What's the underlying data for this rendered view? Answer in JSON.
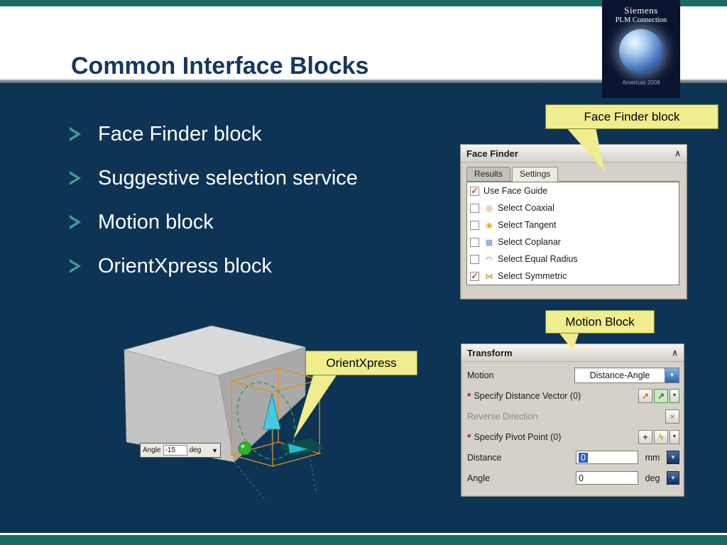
{
  "slide": {
    "title": "Common Interface Blocks",
    "bullets": [
      "Face Finder block",
      "Suggestive selection service",
      "Motion block",
      "OrientXpress block"
    ]
  },
  "logo": {
    "brand_line1": "Siemens",
    "brand_line2": "PLM Connection",
    "event": "Americas 2008"
  },
  "callouts": {
    "face_finder": "Face Finder block",
    "motion": "Motion Block",
    "orientxpress": "OrientXpress"
  },
  "glyphs": {
    "collapse": "∧",
    "dropdown": "▼",
    "asterisk": "*",
    "reverse": "×",
    "vector": "↗",
    "point": "+",
    "flash": "ϟ"
  },
  "icons": {
    "coaxial": "◎",
    "tangent": "◉",
    "coplanar": "▦",
    "equal_radius": "◠",
    "symmetric": "⋈"
  },
  "face_finder_panel": {
    "title": "Face Finder",
    "tabs": [
      {
        "label": "Results"
      },
      {
        "label": "Settings"
      }
    ],
    "items": [
      {
        "label": "Use Face Guide",
        "check": "✓"
      },
      {
        "label": "Select Coaxial",
        "check": ""
      },
      {
        "label": "Select Tangent",
        "check": ""
      },
      {
        "label": "Select Coplanar",
        "check": ""
      },
      {
        "label": "Select Equal Radius",
        "check": ""
      },
      {
        "label": "Select Symmetric",
        "check": "✓"
      }
    ]
  },
  "transform_panel": {
    "title": "Transform",
    "motion_label": "Motion",
    "motion_value": "Distance-Angle",
    "distance_vector_label": "Specify Distance Vector (0)",
    "reverse_direction_label": "Reverse Direction",
    "pivot_point_label": "Specify Pivot Point (0)",
    "distance_label": "Distance",
    "distance_value": "0",
    "distance_unit": "mm",
    "angle_label": "Angle",
    "angle_value": "0",
    "angle_unit": "deg"
  },
  "viewport_widget": {
    "angle_label": "Angle",
    "angle_value": "-15",
    "angle_unit": "deg"
  }
}
